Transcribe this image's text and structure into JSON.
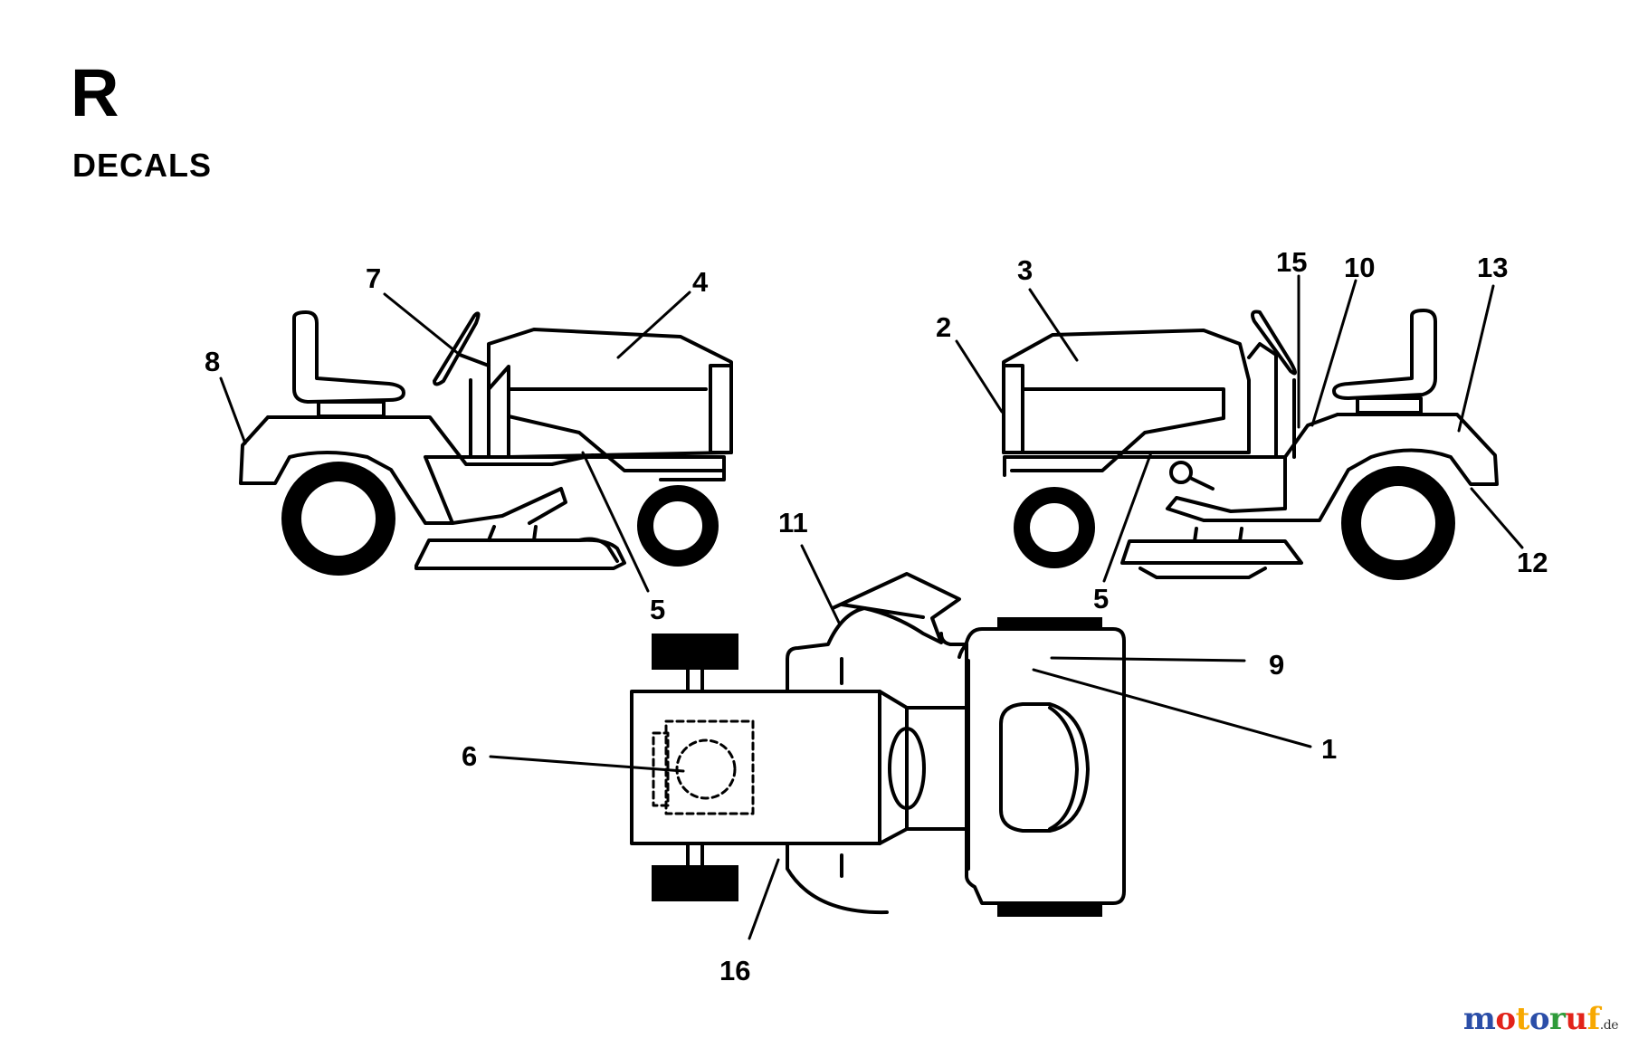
{
  "header": {
    "section_letter": "R",
    "section_title": "DECALS"
  },
  "callouts": [
    {
      "id": "c7",
      "label": "7"
    },
    {
      "id": "c4",
      "label": "4"
    },
    {
      "id": "c8",
      "label": "8"
    },
    {
      "id": "c5a",
      "label": "5"
    },
    {
      "id": "c3",
      "label": "3"
    },
    {
      "id": "c15",
      "label": "15"
    },
    {
      "id": "c10",
      "label": "10"
    },
    {
      "id": "c13",
      "label": "13"
    },
    {
      "id": "c2",
      "label": "2"
    },
    {
      "id": "c12",
      "label": "12"
    },
    {
      "id": "c5b",
      "label": "5"
    },
    {
      "id": "c11",
      "label": "11"
    },
    {
      "id": "c9",
      "label": "9"
    },
    {
      "id": "c1",
      "label": "1"
    },
    {
      "id": "c6",
      "label": "6"
    },
    {
      "id": "c16",
      "label": "16"
    }
  ],
  "watermark": {
    "letters": [
      "m",
      "o",
      "t",
      "o",
      "r",
      "u",
      "f"
    ],
    "colors": [
      "#2b4ea8",
      "#e2231a",
      "#f7a800",
      "#2b4ea8",
      "#2e9b3a",
      "#e2231a",
      "#f7a800"
    ],
    "suffix": ".de"
  }
}
